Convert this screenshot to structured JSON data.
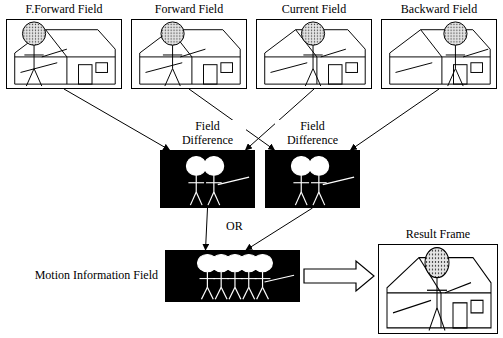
{
  "diagram": {
    "nodes": [
      {
        "text": [
          "F.Forward Field"
        ]
      },
      {
        "text": [
          "Forward Field"
        ]
      },
      {
        "text": [
          "Current Field"
        ]
      },
      {
        "text": [
          "Backward Field"
        ]
      },
      {
        "text": [
          "Field Difference"
        ]
      },
      {
        "text": [
          "Field Difference"
        ]
      },
      {
        "text": [
          "Motion Information Field"
        ]
      },
      {
        "text": [
          "Result Frame"
        ]
      }
    ],
    "edges": [
      {
        "from": 0,
        "to": 4,
        "arrow": "to"
      },
      {
        "from": 2,
        "to": 4,
        "arrow": "to"
      },
      {
        "from": 1,
        "to": 5,
        "arrow": "to"
      },
      {
        "from": 3,
        "to": 5,
        "arrow": "to"
      },
      {
        "from": 4,
        "to": 6,
        "arrow": "to"
      },
      {
        "from": 5,
        "to": 6,
        "arrow": "to"
      },
      {
        "from": 6,
        "to": 7,
        "arrow": "to"
      }
    ],
    "labels": [
      "OR"
    ]
  }
}
